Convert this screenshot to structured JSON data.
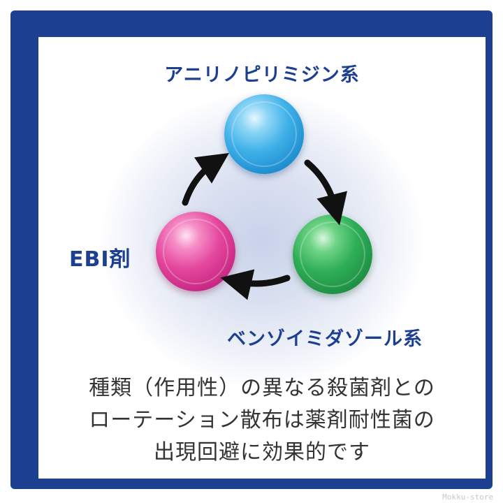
{
  "diagram": {
    "nodes": [
      {
        "id": "blue",
        "label": "アニリノピリミジン系",
        "color": "#3fb1e8"
      },
      {
        "id": "green",
        "label": "ベンゾイミダゾール系",
        "color": "#2fae57"
      },
      {
        "id": "pink",
        "label": "EBI剤",
        "color": "#e4479d"
      }
    ],
    "cycle_direction": "clockwise",
    "arrow_color": "#111111"
  },
  "caption": {
    "lines": [
      "種類（作用性）の異なる殺菌剤との",
      "ローテーション散布は薬剤耐性菌の",
      "出現回避に効果的です"
    ]
  },
  "watermark": "Mokku-store",
  "colors": {
    "frame": "#1c3f91",
    "label": "#1c3f91",
    "caption": "#333333"
  }
}
